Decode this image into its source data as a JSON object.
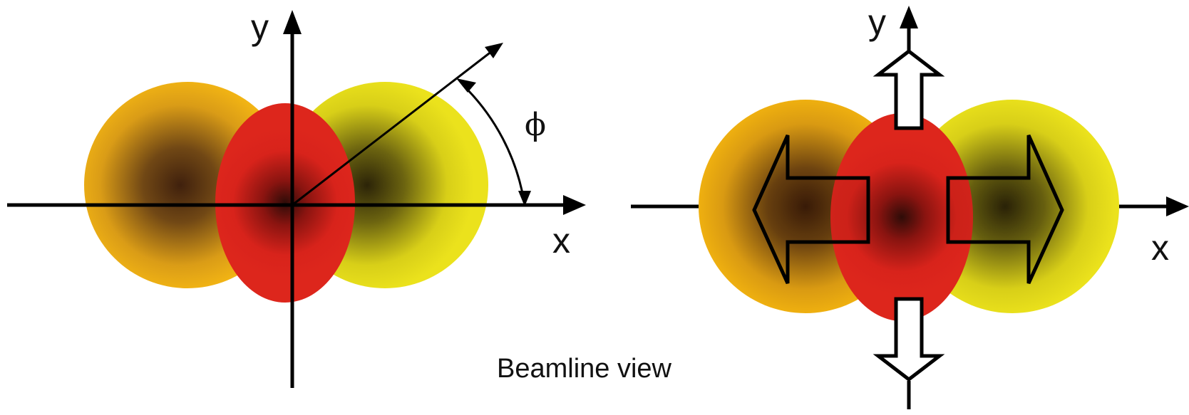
{
  "left_panel": {
    "y_label": "y",
    "x_label": "x",
    "angle_label": "ϕ"
  },
  "right_panel": {
    "y_label": "y",
    "x_label": "x"
  },
  "caption": "Beamline view",
  "colors": {
    "outer_left": "#f2b30f",
    "outer_right": "#ebe21c",
    "overlap_red": "#d8231b",
    "dark_core": "#3a1808",
    "axis": "#000000"
  }
}
